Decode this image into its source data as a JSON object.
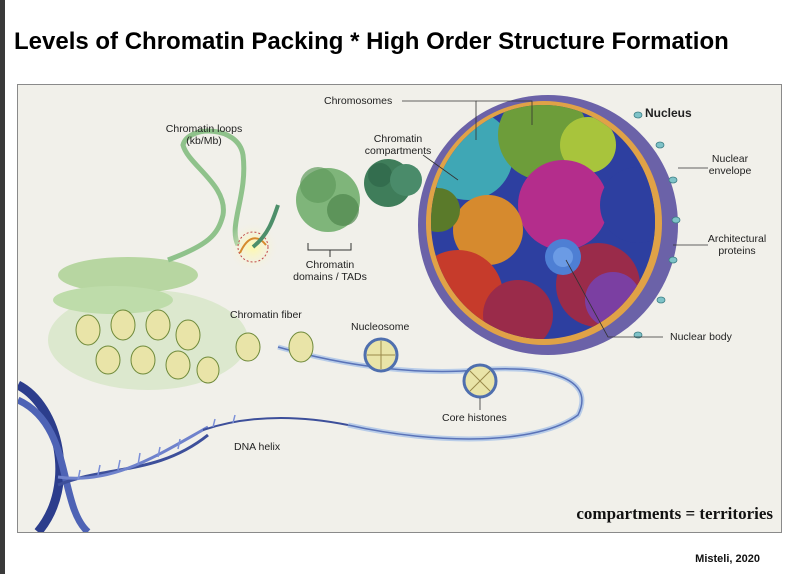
{
  "page": {
    "title": "Levels of Chromatin Packing * High Order Structure Formation",
    "credit": "Misteli, 2020"
  },
  "figure": {
    "labels": {
      "chromosomes": "Chromosomes",
      "nucleus": "Nucleus",
      "chromatin_loops": "Chromatin loops\n(kb/Mb)",
      "chromatin_compartments": "Chromatin\ncompartments",
      "nuclear_envelope": "Nuclear\nenvelope",
      "architectural_proteins": "Architectural\nproteins",
      "chromatin_domains": "Chromatin\ndomains / TADs",
      "chromatin_fiber": "Chromatin fiber",
      "nucleosome": "Nucleosome",
      "nuclear_body": "Nuclear body",
      "core_histones": "Core histones",
      "dna_helix": "DNA helix"
    },
    "equation": "compartments = territories"
  },
  "colors": {
    "background": "#f1f0ea",
    "fiber_green": "#a9cf8f",
    "dna_blue": "#3d4f9a",
    "nucleus_rim": "#6b62a8",
    "envelope_orange": "#e0a247"
  },
  "territory_colors": [
    "#3fa7b5",
    "#6d9d3a",
    "#a8c43c",
    "#b42d8c",
    "#2d3fa0",
    "#c63b2b",
    "#9a2b4a",
    "#d68a2e",
    "#5a7a2a",
    "#7b3fa2"
  ]
}
